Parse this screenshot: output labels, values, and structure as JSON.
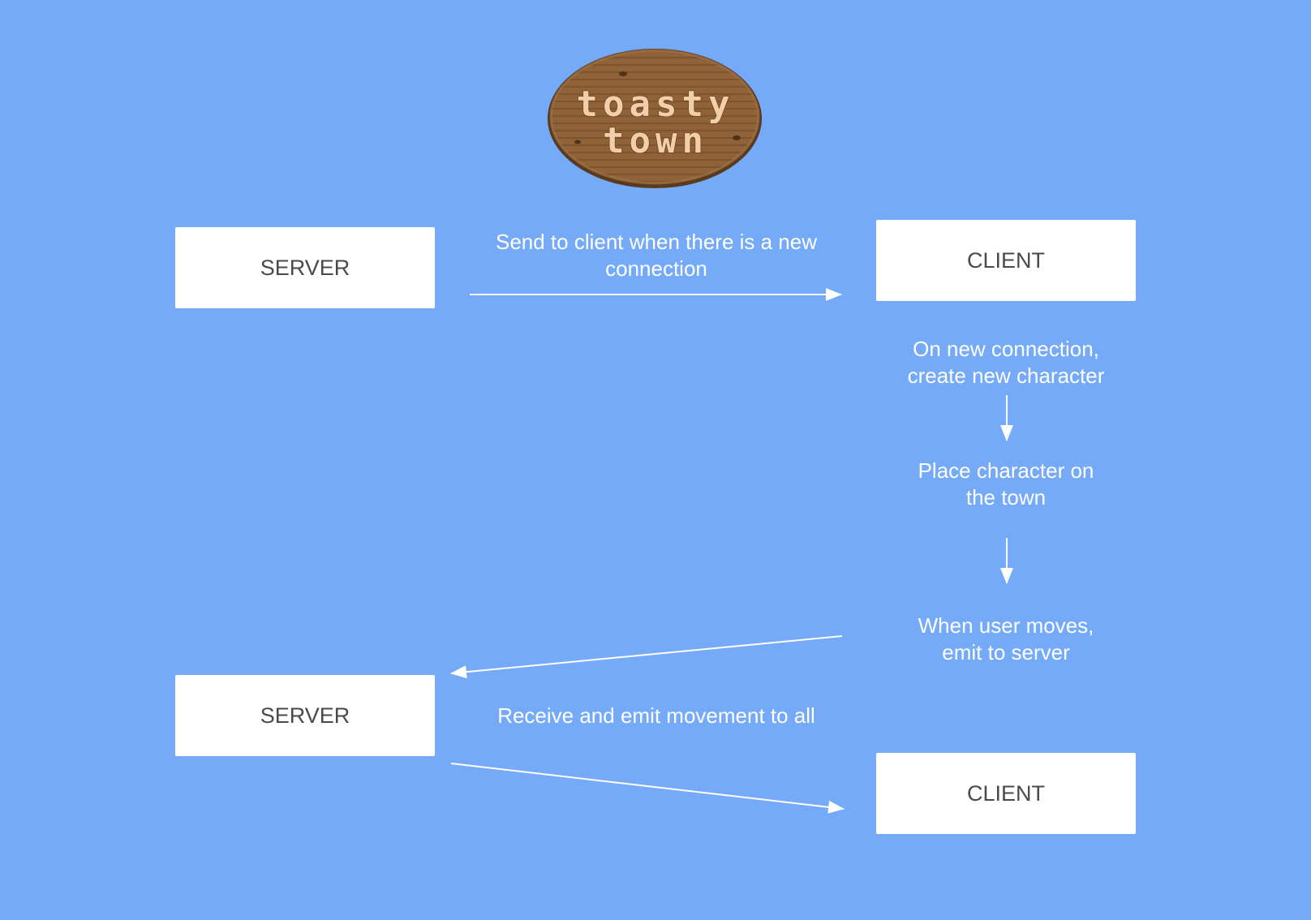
{
  "logo": {
    "line1": "toasty",
    "line2": "town"
  },
  "nodes": {
    "server_top": "SERVER",
    "client_top": "CLIENT",
    "server_bottom": "SERVER",
    "client_bottom": "CLIENT"
  },
  "steps": {
    "send_to_client": "Send to client when there is a new connection",
    "on_new_connection": "On new connection, create new character",
    "place_character": "Place character on the town",
    "user_moves": "When user moves, emit to server",
    "receive_emit": "Receive and emit movement to all"
  },
  "colors": {
    "background": "#74aaf7",
    "box": "#ffffff",
    "box_text": "#4a4a4a",
    "arrow": "#ffffff",
    "sign_wood": "#8e6036"
  }
}
